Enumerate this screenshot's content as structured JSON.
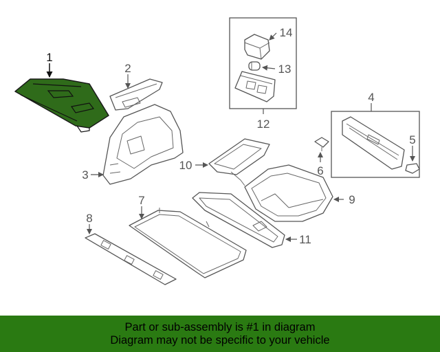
{
  "callouts": {
    "c1": "1",
    "c2": "2",
    "c3": "3",
    "c4": "4",
    "c5": "5",
    "c6": "6",
    "c7": "7",
    "c8": "8",
    "c9": "9",
    "c10": "10",
    "c11": "11",
    "c12": "12",
    "c13": "13",
    "c14": "14"
  },
  "highlighted_part": "1",
  "colors": {
    "highlight": "#2f6b1a",
    "footer_bg": "#2a7a12",
    "line": "#555555"
  },
  "footer": {
    "line1": "Part or sub-assembly is #1 in diagram",
    "line2": "Diagram may not be specific to your vehicle"
  }
}
